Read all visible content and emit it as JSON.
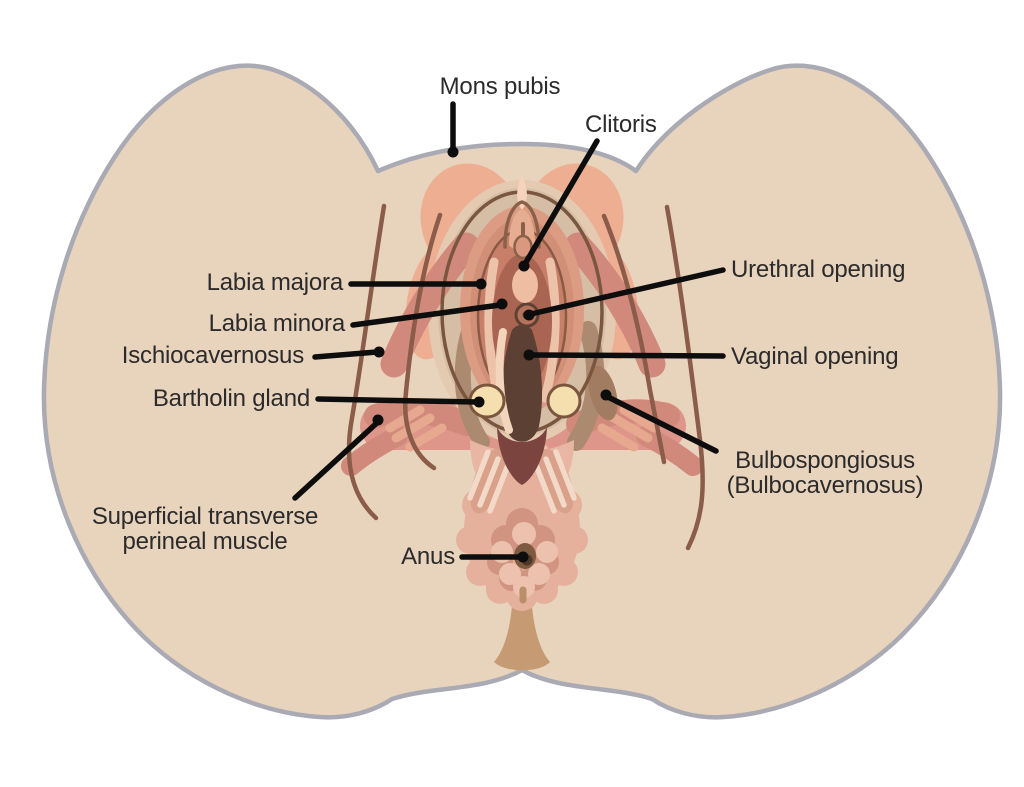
{
  "labels": {
    "mons_pubis": "Mons pubis",
    "clitoris": "Clitoris",
    "labia_majora": "Labia majora",
    "labia_minora": "Labia minora",
    "ischiocavernosus": "Ischiocavernosus",
    "bartholin_gland": "Bartholin gland",
    "urethral_opening": "Urethral opening",
    "vaginal_opening": "Vaginal opening",
    "bulbospongiosus": "Bulbospongiosus",
    "bulbospongiosus_alt": "(Bulbocavernosus)",
    "superficial_transverse_1": "Superficial transverse",
    "superficial_transverse_2": "perineal muscle",
    "anus": "Anus"
  },
  "colors": {
    "background": "#ffffff",
    "skin": "#e8d3bd",
    "body_outline": "#a9aab3",
    "gluteal_cleft": "#c69a72",
    "mons_salmon": "#eeae92",
    "labia_majora_fill": "#dc9c83",
    "labia_majora_inner": "#d28f78",
    "labia_minora_fill": "#c87f6a",
    "vestibule": "#a96452",
    "vaginal_opening_dark": "#5c4034",
    "perineum_maroon": "#7b443e",
    "muscle_rose": "#d1897b",
    "muscle_rose_wide": "#dd9689",
    "muscle_highlight": "#e6a88f",
    "tan_ring": "#d6bda6",
    "tan_halo": "#e3cab1",
    "tan_dark": "#ac8a70",
    "outline_brown": "#7a563f",
    "thin_line_brown": "#8a5c49",
    "bartholin_cream": "#f6dfae",
    "anus_pink": "#e5b19c",
    "anus_blob": "#d09480",
    "anus_light": "#ecc2ae",
    "anus_center_brown": "#7e5a40",
    "stripe_cream": "#f2d9c8",
    "leader_line": "#0d0d0d",
    "label_text": "#2b2b2b"
  }
}
